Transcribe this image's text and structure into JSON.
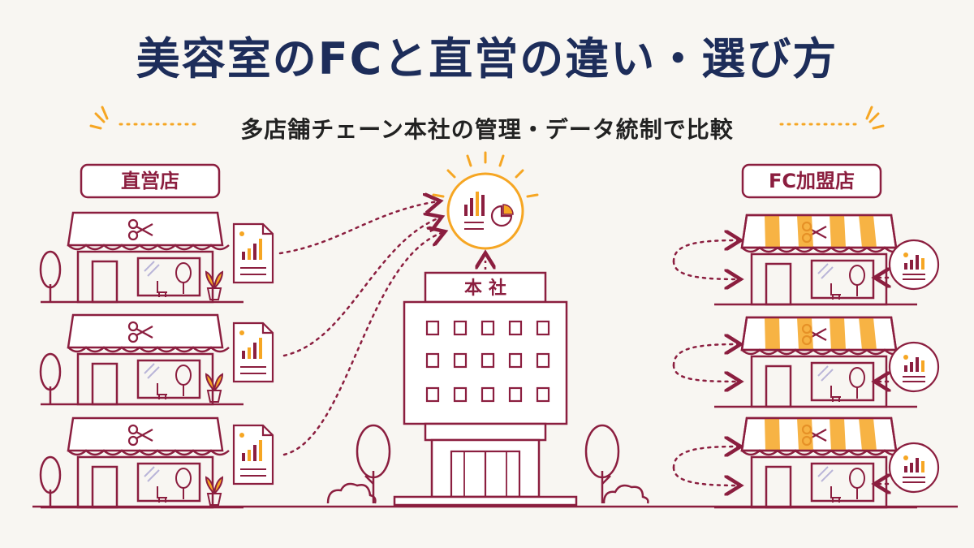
{
  "title": "美容室のFCと直営の違い・選び方",
  "subtitle": "多店舗チェーン本社の管理・データ統制で比較",
  "labels": {
    "direct_store": "直営店",
    "fc_store": "FC加盟店",
    "headquarters": "本社"
  },
  "icons": {
    "scissors": "scissors-icon",
    "report": "report-document-icon",
    "analytics": "analytics-dashboard-icon"
  },
  "colors": {
    "line": "#8b1e3f",
    "title": "#1d2d5a",
    "accent": "#f6a623",
    "background": "#f8f6f2"
  }
}
